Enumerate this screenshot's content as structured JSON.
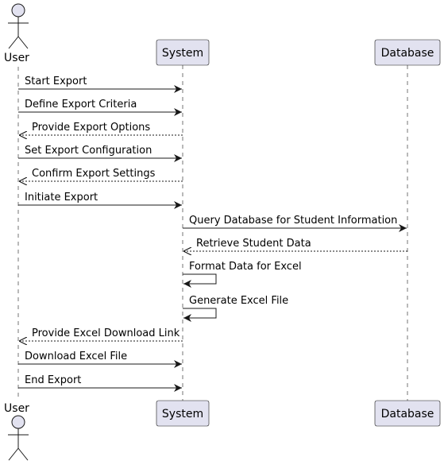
{
  "participants": [
    {
      "id": "user",
      "label": "User",
      "kind": "actor"
    },
    {
      "id": "system",
      "label": "System",
      "kind": "participant"
    },
    {
      "id": "database",
      "label": "Database",
      "kind": "participant"
    }
  ],
  "messages": [
    {
      "from": "user",
      "to": "system",
      "label": "Start Export",
      "style": "solid"
    },
    {
      "from": "user",
      "to": "system",
      "label": "Define Export Criteria",
      "style": "solid"
    },
    {
      "from": "system",
      "to": "user",
      "label": "Provide Export Options",
      "style": "dashed"
    },
    {
      "from": "user",
      "to": "system",
      "label": "Set Export Configuration",
      "style": "solid"
    },
    {
      "from": "system",
      "to": "user",
      "label": "Confirm Export Settings",
      "style": "dashed"
    },
    {
      "from": "user",
      "to": "system",
      "label": "Initiate Export",
      "style": "solid"
    },
    {
      "from": "system",
      "to": "database",
      "label": "Query Database for Student Information",
      "style": "solid"
    },
    {
      "from": "database",
      "to": "system",
      "label": "Retrieve Student Data",
      "style": "dashed"
    },
    {
      "from": "system",
      "to": "system",
      "label": "Format Data for Excel",
      "style": "solid"
    },
    {
      "from": "system",
      "to": "system",
      "label": "Generate Excel File",
      "style": "solid"
    },
    {
      "from": "system",
      "to": "user",
      "label": "Provide Excel Download Link",
      "style": "dashed"
    },
    {
      "from": "user",
      "to": "system",
      "label": "Download Excel File",
      "style": "solid"
    },
    {
      "from": "user",
      "to": "system",
      "label": "End Export",
      "style": "solid"
    }
  ],
  "colors": {
    "participant_fill": "#e2e2f0",
    "participant_border": "#181818",
    "line": "#181818",
    "lifeline": "#181818"
  }
}
